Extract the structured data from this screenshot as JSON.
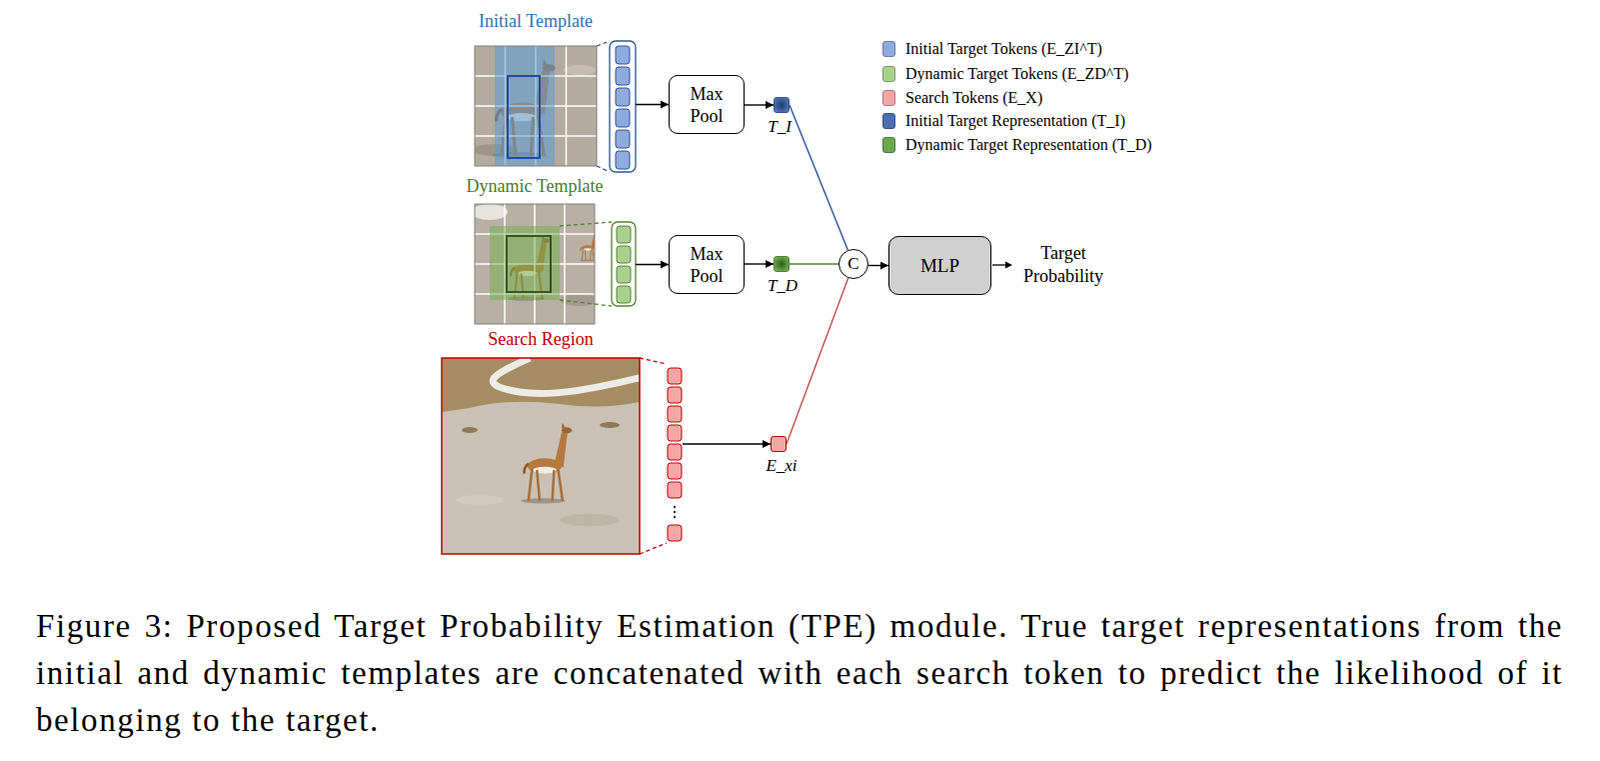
{
  "diagram": {
    "caption": "Figure 3: Proposed Target Probability Estimation (TPE) module. True target representations from the initial and dynamic templates are concatenated with each search token to predict the likelihood of it belonging to the target.",
    "nodes": [
      {
        "text": [
          "Initial Template"
        ]
      },
      {
        "text": [
          "Max Pool"
        ]
      },
      {
        "text": [
          "T_I"
        ]
      },
      {
        "text": [
          "Dynamic Template"
        ]
      },
      {
        "text": [
          "Max Pool"
        ]
      },
      {
        "text": [
          "T_D"
        ]
      },
      {
        "text": [
          "Search Region"
        ]
      },
      {
        "text": [
          "E_xi"
        ]
      },
      {
        "text": [
          "C"
        ]
      },
      {
        "text": [
          "MLP"
        ]
      }
    ],
    "edges": [
      {
        "from": 0,
        "to": 1,
        "arrow": "to"
      },
      {
        "from": 1,
        "to": 2,
        "arrow": "to"
      },
      {
        "from": 2,
        "to": 8,
        "arrow": "none"
      },
      {
        "from": 3,
        "to": 4,
        "arrow": "to"
      },
      {
        "from": 4,
        "to": 5,
        "arrow": "to"
      },
      {
        "from": 5,
        "to": 8,
        "arrow": "none"
      },
      {
        "from": 6,
        "to": 7,
        "arrow": "to"
      },
      {
        "from": 7,
        "to": 8,
        "arrow": "none"
      },
      {
        "from": 8,
        "to": 9,
        "arrow": "to"
      }
    ],
    "labels": [
      "Target Probability"
    ],
    "legend": [
      {
        "text": "Initial Target Tokens (E_ZI^T)",
        "color": "#8faadc"
      },
      {
        "text": "Dynamic Target Tokens (E_ZD^T)",
        "color": "#a9d18e"
      },
      {
        "text": "Search Tokens (E_X)",
        "color": "#f4a6a6"
      },
      {
        "text": "Initial Target Representation (T_I)",
        "color": "#4a6fb5"
      },
      {
        "text": "Dynamic Target Representation (T_D)",
        "color": "#6aa84f"
      }
    ]
  }
}
